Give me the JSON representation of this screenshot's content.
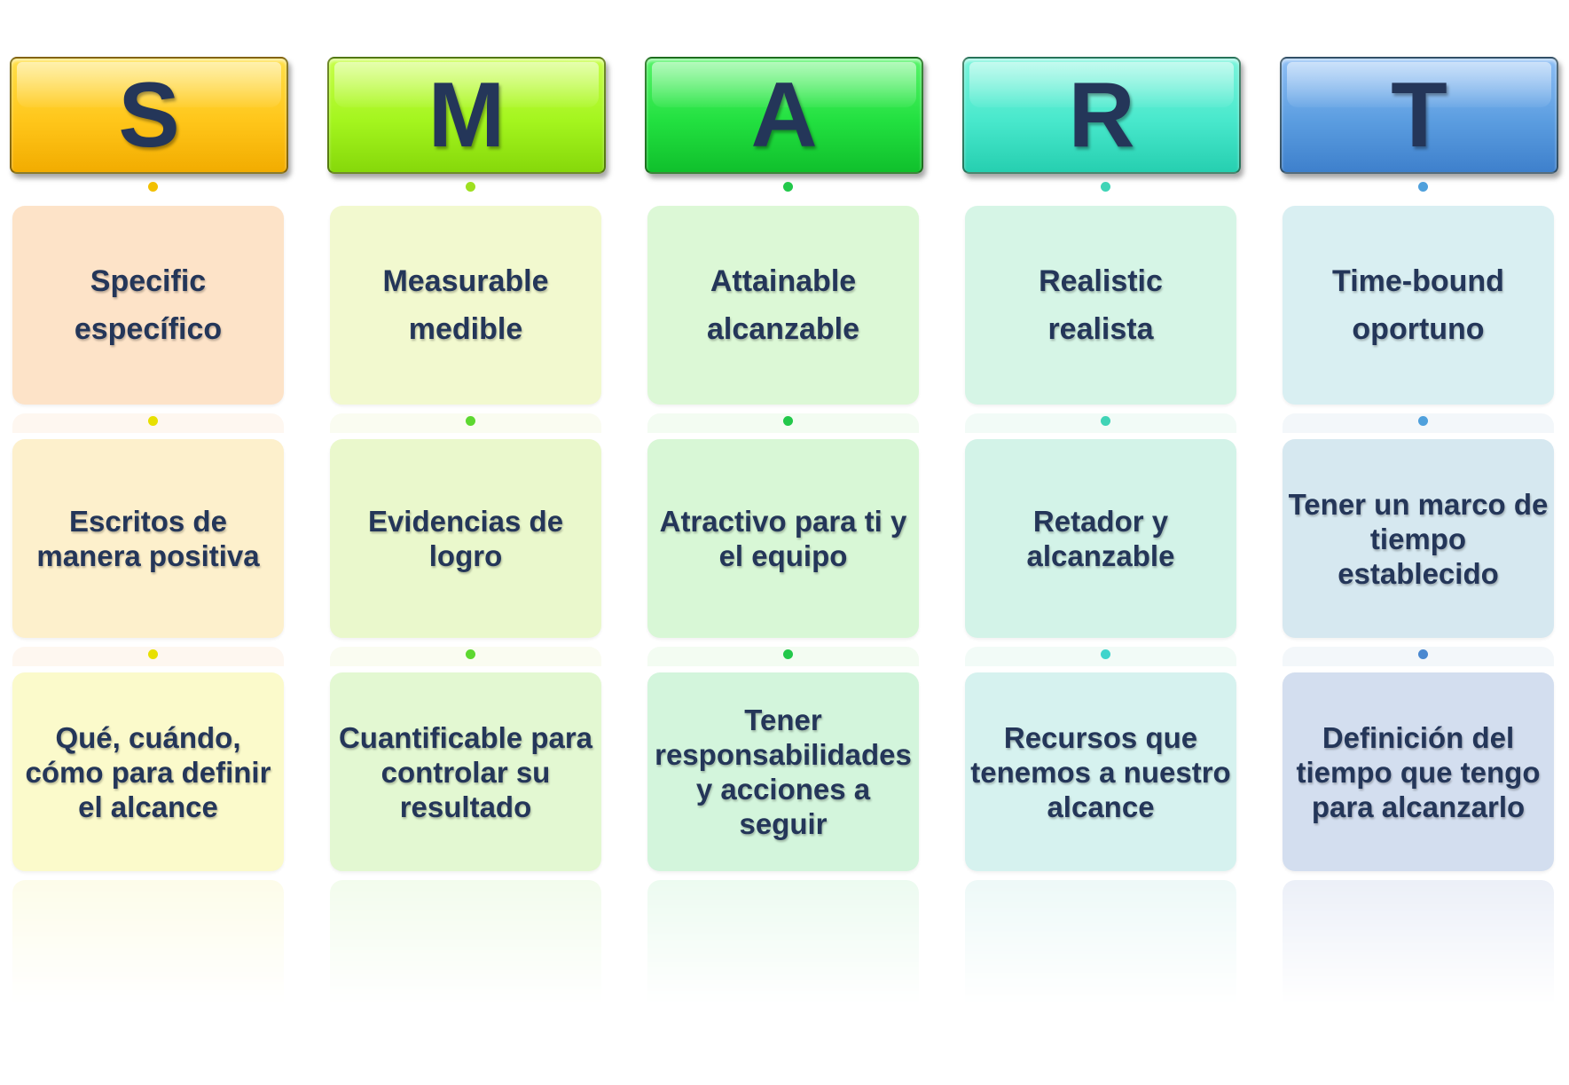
{
  "columns": [
    {
      "letter": "S",
      "term": "Specific",
      "translation": "específico",
      "meaning": "Escritos de manera positiva",
      "description": "Qué, cuándo, cómo para definir el alcance"
    },
    {
      "letter": "M",
      "term": "Measurable",
      "translation": "medible",
      "meaning": "Evidencias de logro",
      "description": "Cuantificable para controlar su resultado"
    },
    {
      "letter": "A",
      "term": "Attainable",
      "translation": "alcanzable",
      "meaning": "Atractivo para ti y el equipo",
      "description": "Tener responsabilidades y acciones a seguir"
    },
    {
      "letter": "R",
      "term": "Realistic",
      "translation": "realista",
      "meaning": "Retador y alcanzable",
      "description": "Recursos que tenemos a nuestro alcance"
    },
    {
      "letter": "T",
      "term": "Time-bound",
      "translation": "oportuno",
      "meaning": "Tener un marco de tiempo establecido",
      "description": "Definición del tiempo que tengo para alcanzarlo"
    }
  ],
  "colors": {
    "text": "#243659",
    "S": "#ffc61a",
    "M": "#a4f51e",
    "A": "#22e040",
    "R": "#48e8cc",
    "T": "#5b9de0"
  }
}
